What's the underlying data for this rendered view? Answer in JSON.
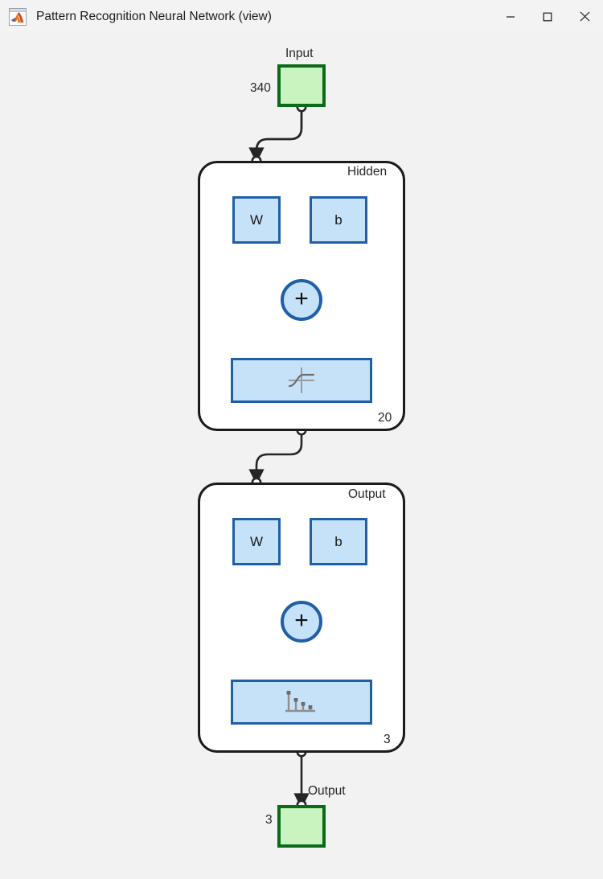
{
  "window": {
    "title": "Pattern Recognition Neural Network (view)",
    "app_icon": "matlab-icon",
    "controls": {
      "minimize": "–",
      "maximize": "☐",
      "close": "✕"
    }
  },
  "diagram": {
    "input": {
      "label": "Input",
      "size": "340",
      "fill_color": "#c9f4c0",
      "border_color": "#0b6b18"
    },
    "hidden_layer": {
      "name": "Hidden",
      "count": "20",
      "weight_label": "W",
      "bias_label": "b",
      "sum_symbol": "+",
      "transfer_function": "tansig-sigmoid-icon"
    },
    "output_layer": {
      "name": "Output",
      "count": "3",
      "weight_label": "W",
      "bias_label": "b",
      "sum_symbol": "+",
      "transfer_function": "softmax-stem-icon"
    },
    "output": {
      "label": "Output",
      "size": "3",
      "fill_color": "#c9f4c0",
      "border_color": "#0b6b18"
    },
    "colors": {
      "block_fill": "#c6e2f8",
      "block_border": "#1f5fa8",
      "layer_border": "#1b1b1b",
      "canvas": "#f2f2f2",
      "wire": "#262626"
    }
  }
}
